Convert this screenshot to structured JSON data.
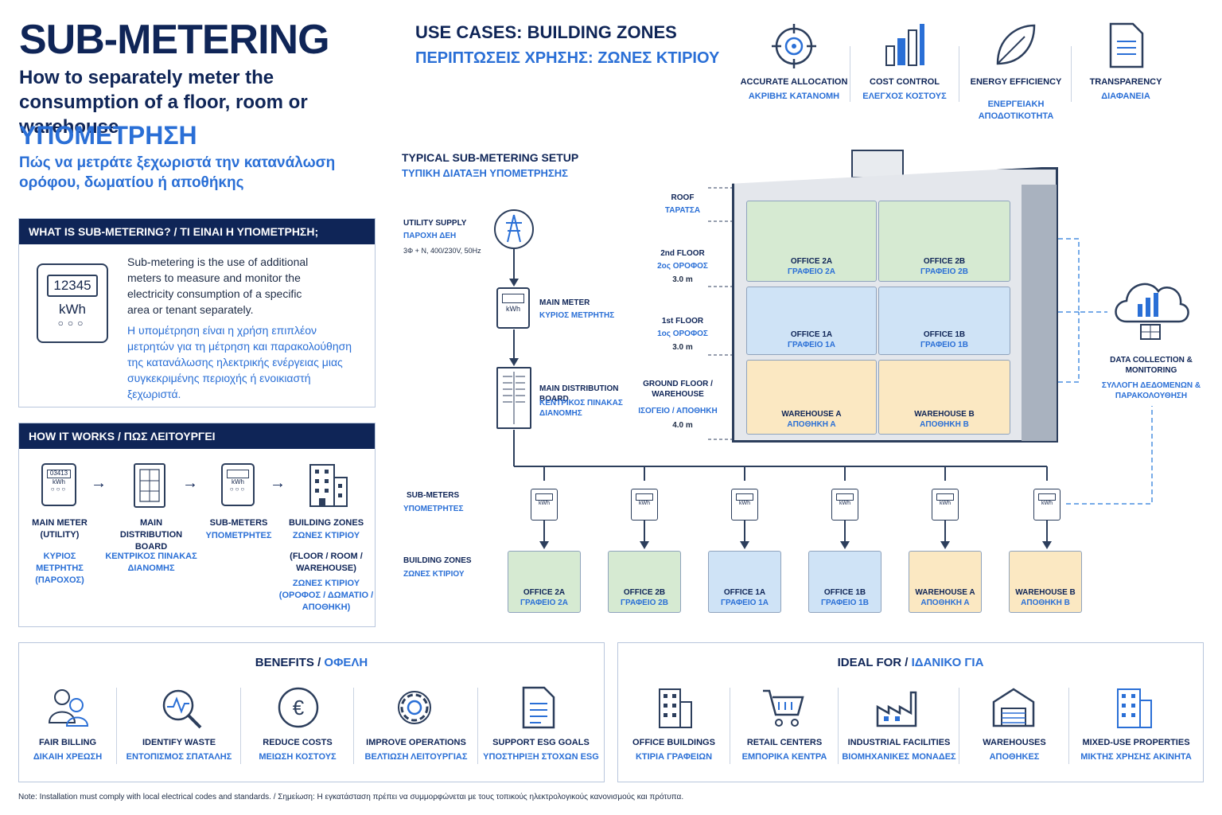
{
  "title": {
    "main": "SUB-METERING",
    "subtitle_en": "How to separately meter the consumption of a floor, room or warehouse",
    "main_gr": "ΥΠΟΜΕΤΡΗΣΗ",
    "subtitle_gr": "Πώς να μετράτε ξεχωριστά την κατανάλωση ορόφου, δωματίου ή αποθήκης"
  },
  "use_cases": {
    "title_en": "USE CASES: BUILDING ZONES",
    "title_gr": "ΠΕΡΙΠΤΩΣΕΙΣ ΧΡΗΣΗΣ: ΖΩΝΕΣ ΚΤΙΡΙΟΥ",
    "features": [
      {
        "icon": "target-icon",
        "en": "ACCURATE ALLOCATION",
        "gr": "ΑΚΡΙΒΗΣ ΚΑΤΑΝΟΜΗ"
      },
      {
        "icon": "bar-chart-icon",
        "en": "COST CONTROL",
        "gr": "ΕΛΕΓΧΟΣ ΚΟΣΤΟΥΣ"
      },
      {
        "icon": "leaf-icon",
        "en": "ENERGY EFFICIENCY",
        "gr": "ΕΝΕΡΓΕΙΑΚΗ ΑΠΟΔΟΤΙΚΟΤΗΤΑ"
      },
      {
        "icon": "document-icon",
        "en": "TRANSPARENCY",
        "gr": "ΔΙΑΦΑΝΕΙΑ"
      }
    ]
  },
  "what_is": {
    "header": "WHAT IS SUB-METERING? / ΤΙ ΕΙΝΑΙ Η ΥΠΟΜΕΤΡΗΣΗ;",
    "meter_reading": "12345",
    "meter_unit": "kWh",
    "text_en": "Sub-metering is the use of additional meters to measure and monitor the electricity consumption of a specific area or tenant separately.",
    "text_gr": "Η υπομέτρηση είναι η χρήση επιπλέον μετρητών για τη μέτρηση και παρακολούθηση της κατανάλωσης ηλεκτρικής ενέργειας μιας συγκεκριμένης περιοχής ή ενοικιαστή ξεχωριστά."
  },
  "how_it_works": {
    "header": "HOW IT WORKS / ΠΩΣ ΛΕΙΤΟΥΡΓΕΙ",
    "steps": [
      {
        "en": "MAIN METER (UTILITY)",
        "gr": "ΚΥΡΙΟΣ ΜΕΤΡΗΤΗΣ (ΠΑΡΟΧΟΣ)"
      },
      {
        "en": "MAIN DISTRIBUTION BOARD",
        "gr": "ΚΕΝΤΡΙΚΟΣ ΠΙΝΑΚΑΣ ΔΙΑΝΟΜΗΣ"
      },
      {
        "en": "SUB-METERS",
        "gr": "ΥΠΟΜΕΤΡΗΤΕΣ"
      },
      {
        "en": "BUILDING ZONES",
        "gr": "ΖΩΝΕΣ ΚΤΙΡΙΟΥ",
        "en2": "(FLOOR / ROOM / WAREHOUSE)",
        "gr2": "ΖΩΝΕΣ ΚΤΙΡΙΟΥ (ΟΡΟΦΟΣ / ΔΩΜΑΤΙΟ / ΑΠΟΘΗΚΗ)"
      }
    ]
  },
  "setup": {
    "title_en": "TYPICAL SUB-METERING SETUP",
    "title_gr": "ΤΥΠΙΚΗ ΔΙΑΤΑΞΗ ΥΠΟΜΕΤΡΗΣΗΣ",
    "utility_en": "UTILITY SUPPLY",
    "utility_gr": "ΠΑΡΟΧΗ ΔΕΗ",
    "utility_spec": "3Φ + N, 400/230V, 50Hz",
    "main_meter_en": "MAIN METER",
    "main_meter_gr": "ΚΥΡΙΟΣ ΜΕΤΡΗΤΗΣ",
    "mdb_en": "MAIN DISTRIBUTION BOARD",
    "mdb_gr": "ΚΕΝΤΡΙΚΟΣ ΠΙΝΑΚΑΣ ΔΙΑΝΟΜΗΣ",
    "floors": [
      {
        "en": "ROOF",
        "gr": "ΤΑΡΑΤΣΑ",
        "height": ""
      },
      {
        "en": "2nd FLOOR",
        "gr": "2ος ΟΡΟΦΟΣ",
        "height": "3.0 m"
      },
      {
        "en": "1st FLOOR",
        "gr": "1ος ΟΡΟΦΟΣ",
        "height": "3.0 m"
      },
      {
        "en": "GROUND FLOOR / WAREHOUSE",
        "gr": "ΙΣΟΓΕΙΟ / ΑΠΟΘΗΚΗ",
        "height": "4.0 m"
      }
    ],
    "building_rooms": [
      {
        "en": "OFFICE 2A",
        "gr": "ΓΡΑΦΕΙΟ 2Α"
      },
      {
        "en": "OFFICE 2B",
        "gr": "ΓΡΑΦΕΙΟ 2Β"
      },
      {
        "en": "OFFICE 1A",
        "gr": "ΓΡΑΦΕΙΟ 1Α"
      },
      {
        "en": "OFFICE 1B",
        "gr": "ΓΡΑΦΕΙΟ 1Β"
      },
      {
        "en": "WAREHOUSE A",
        "gr": "ΑΠΟΘΗΚΗ Α"
      },
      {
        "en": "WAREHOUSE B",
        "gr": "ΑΠΟΘΗΚΗ Β"
      }
    ],
    "data_en": "DATA COLLECTION & MONITORING",
    "data_gr": "ΣΥΛΛΟΓΗ ΔΕΔΟΜΕΝΩΝ & ΠΑΡΑΚΟΛΟΥΘΗΣΗ",
    "submeters_en": "SUB-METERS",
    "submeters_gr": "ΥΠΟΜΕΤΡΗΤΕΣ",
    "zones_en": "BUILDING ZONES",
    "zones_gr": "ΖΩΝΕΣ ΚΤΙΡΙΟΥ",
    "meter_unit": "kWh",
    "zones": [
      {
        "en": "OFFICE 2A",
        "gr": "ΓΡΑΦΕΙΟ 2Α"
      },
      {
        "en": "OFFICE 2B",
        "gr": "ΓΡΑΦΕΙΟ 2Β"
      },
      {
        "en": "OFFICE 1A",
        "gr": "ΓΡΑΦΕΙΟ 1Α"
      },
      {
        "en": "OFFICE 1B",
        "gr": "ΓΡΑΦΕΙΟ 1Β"
      },
      {
        "en": "WAREHOUSE A",
        "gr": "ΑΠΟΘΗΚΗ Α"
      },
      {
        "en": "WAREHOUSE B",
        "gr": "ΑΠΟΘΗΚΗ Β"
      }
    ]
  },
  "benefits": {
    "title_en": "BENEFITS /",
    "title_gr": "ΟΦΕΛΗ",
    "items": [
      {
        "en": "FAIR BILLING",
        "gr": "ΔΙΚΑΙΗ ΧΡΕΩΣΗ"
      },
      {
        "en": "IDENTIFY WASTE",
        "gr": "ΕΝΤΟΠΙΣΜΟΣ ΣΠΑΤΑΛΗΣ"
      },
      {
        "en": "REDUCE COSTS",
        "gr": "ΜΕΙΩΣΗ ΚΟΣΤΟΥΣ"
      },
      {
        "en": "IMPROVE OPERATIONS",
        "gr": "ΒΕΛΤΙΩΣΗ ΛΕΙΤΟΥΡΓΙΑΣ"
      },
      {
        "en": "SUPPORT ESG GOALS",
        "gr": "ΥΠΟΣΤΗΡΙΞΗ ΣΤΟΧΩΝ ESG"
      }
    ]
  },
  "ideal_for": {
    "title_en": "IDEAL FOR /",
    "title_gr": "ΙΔΑΝΙΚΟ ΓΙΑ",
    "items": [
      {
        "en": "OFFICE BUILDINGS",
        "gr": "ΚΤΙΡΙΑ ΓΡΑΦΕΙΩΝ"
      },
      {
        "en": "RETAIL CENTERS",
        "gr": "ΕΜΠΟΡΙΚΑ ΚΕΝΤΡΑ"
      },
      {
        "en": "INDUSTRIAL FACILITIES",
        "gr": "ΒΙΟΜΗΧΑΝΙΚΕΣ ΜΟΝΑΔΕΣ"
      },
      {
        "en": "WAREHOUSES",
        "gr": "ΑΠΟΘΗΚΕΣ"
      },
      {
        "en": "MIXED-USE PROPERTIES",
        "gr": "ΜΙΚΤΗΣ ΧΡΗΣΗΣ ΑΚΙΝΗΤΑ"
      }
    ]
  },
  "note": "Note: Installation must comply with local electrical codes and standards. / Σημείωση: Η εγκατάσταση πρέπει να συμμορφώνεται με τους τοπικούς ηλεκτρολογικούς κανονισμούς και πρότυπα.",
  "colors": {
    "navy": "#0f2557",
    "blue": "#2a6fd6",
    "green_zone": "#d6ead2",
    "blue_zone": "#cfe3f6",
    "yellow_zone": "#fbe8c2"
  }
}
